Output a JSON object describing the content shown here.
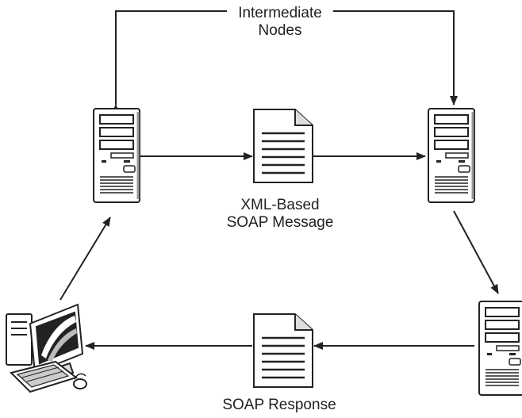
{
  "labels": {
    "intermediate_nodes": [
      "Intermediate",
      "Nodes"
    ],
    "xml_message": [
      "XML-Based",
      "SOAP Message"
    ],
    "soap_response": "SOAP Response"
  },
  "nodes": [
    {
      "id": "client",
      "icon": "desktop-computer-icon"
    },
    {
      "id": "server-left",
      "icon": "tower-server-icon"
    },
    {
      "id": "server-right",
      "icon": "tower-server-icon"
    },
    {
      "id": "server-bottom",
      "icon": "tower-server-icon"
    }
  ],
  "documents": [
    {
      "id": "request-document",
      "icon": "document-icon"
    },
    {
      "id": "response-document",
      "icon": "document-icon"
    }
  ],
  "colors": {
    "line": "#222222",
    "fill": "#ffffff",
    "shade": "#cfcfcf"
  }
}
